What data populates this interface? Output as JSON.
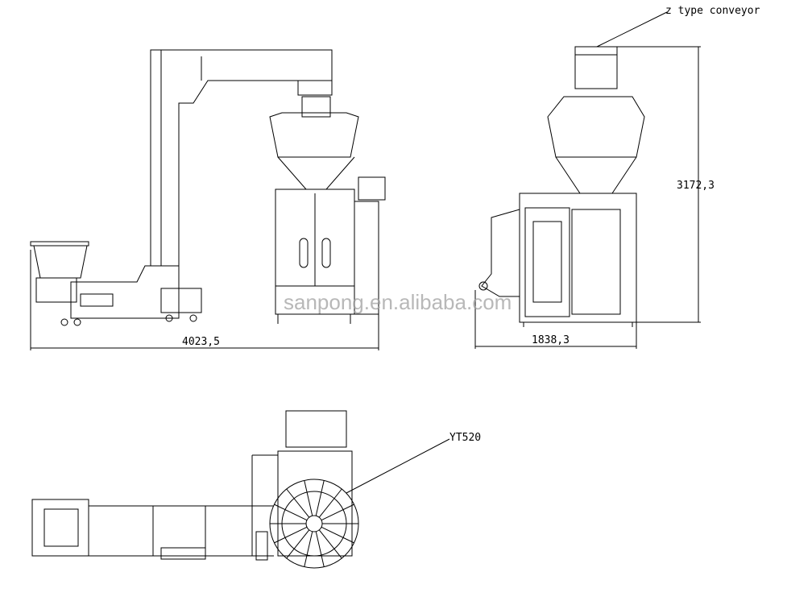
{
  "labels": {
    "conveyor_callout": "z type conveyor",
    "height_dim": "3172,3",
    "length_dim": "4023,5",
    "width_dim": "1838,3",
    "weigher_callout": "YT520"
  },
  "watermark": "sanpong.en.alibaba.com",
  "colors": {
    "line": "#000000",
    "watermark": "#a0a0a0"
  }
}
